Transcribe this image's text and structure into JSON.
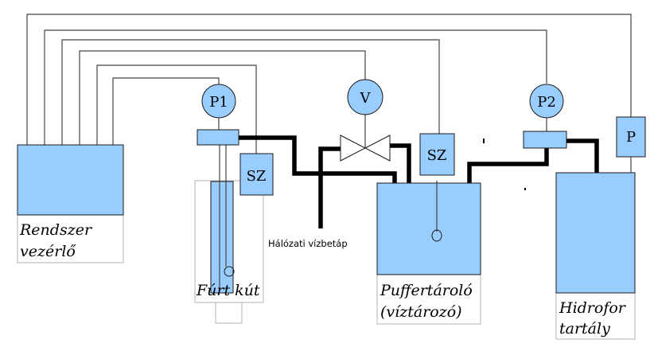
{
  "labels": {
    "controller_l1": "Rendszer",
    "controller_l2": "vezérlő",
    "well": "Fúrt kút",
    "buffer_l1": "Puffertároló",
    "buffer_l2": "(víztározó)",
    "hydro_l1": "Hidrofor",
    "hydro_l2": "tartály",
    "mains": "Hálózati vízbetáp"
  },
  "symbols": {
    "p1": "P1",
    "v": "V",
    "p2": "P2",
    "p": "P",
    "sz_well": "SZ",
    "sz_buffer": "SZ"
  },
  "colors": {
    "component_fill": "#99ccff",
    "pipe": "#000000",
    "wire": "#444444"
  }
}
